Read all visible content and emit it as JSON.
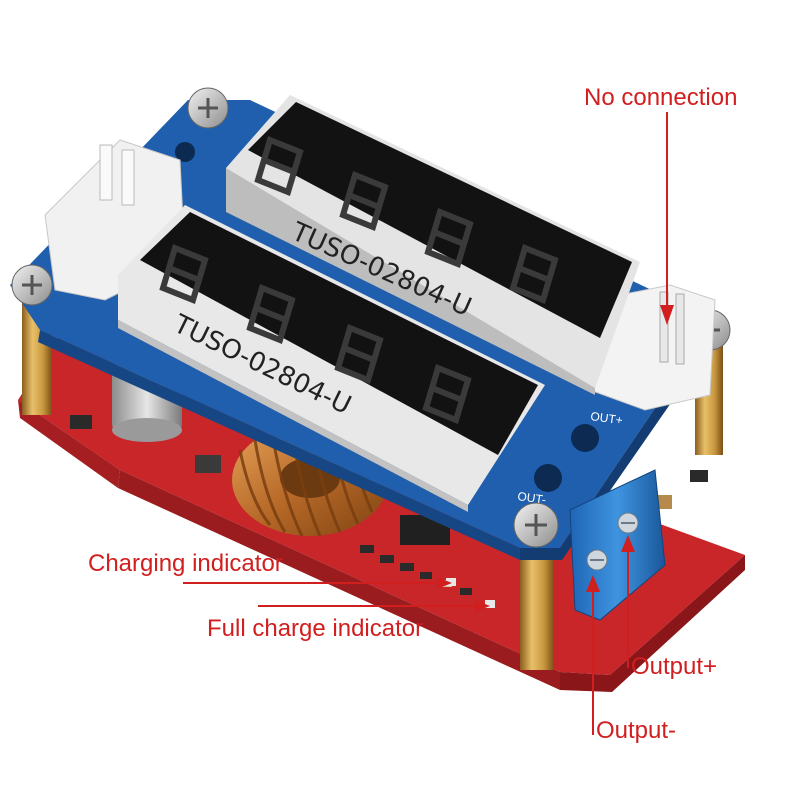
{
  "labels": {
    "no_connection": "No connection",
    "charging_indicator": "Charging indicator",
    "full_charge_indicator": "Full charge indicator",
    "output_plus": "Output+",
    "output_minus": "Output-"
  },
  "board": {
    "display_part_number": "TUSO-02804-U",
    "silk_out_plus": "OUT+",
    "silk_out_minus": "OUT-"
  },
  "colors": {
    "annotation": "#d11e1e",
    "pcb_blue": "#1f5fae",
    "pcb_red": "#c9262a",
    "terminal_blue": "#2f80d0",
    "display_body": "#ececec",
    "display_face": "#111111",
    "inductor_copper": "#c77a34",
    "brass_standoff": "#c8983f"
  }
}
